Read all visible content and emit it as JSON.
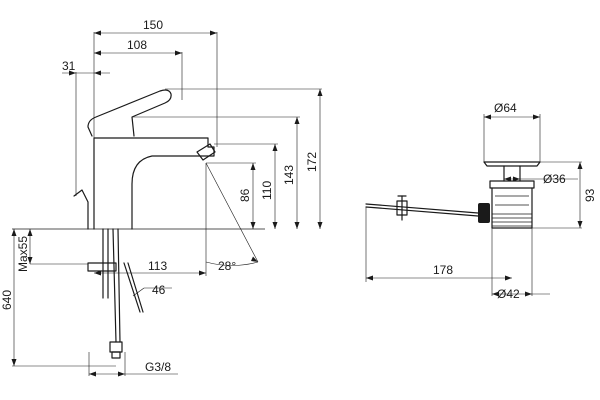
{
  "faucet": {
    "dims": {
      "width_total": "150",
      "spout_reach": "108",
      "lever_offset": "31",
      "height_172": "172",
      "height_143": "143",
      "height_110": "110",
      "height_86": "86",
      "projection": "113",
      "angle": "28°",
      "mount_depth": "Max55",
      "hose_length": "640",
      "rod": "46",
      "thread": "G3/8"
    }
  },
  "drain": {
    "dims": {
      "cap_diameter": "Ø64",
      "body_diameter": "Ø36",
      "height": "93",
      "rod_length": "178",
      "thread_diameter": "Ø42"
    }
  }
}
